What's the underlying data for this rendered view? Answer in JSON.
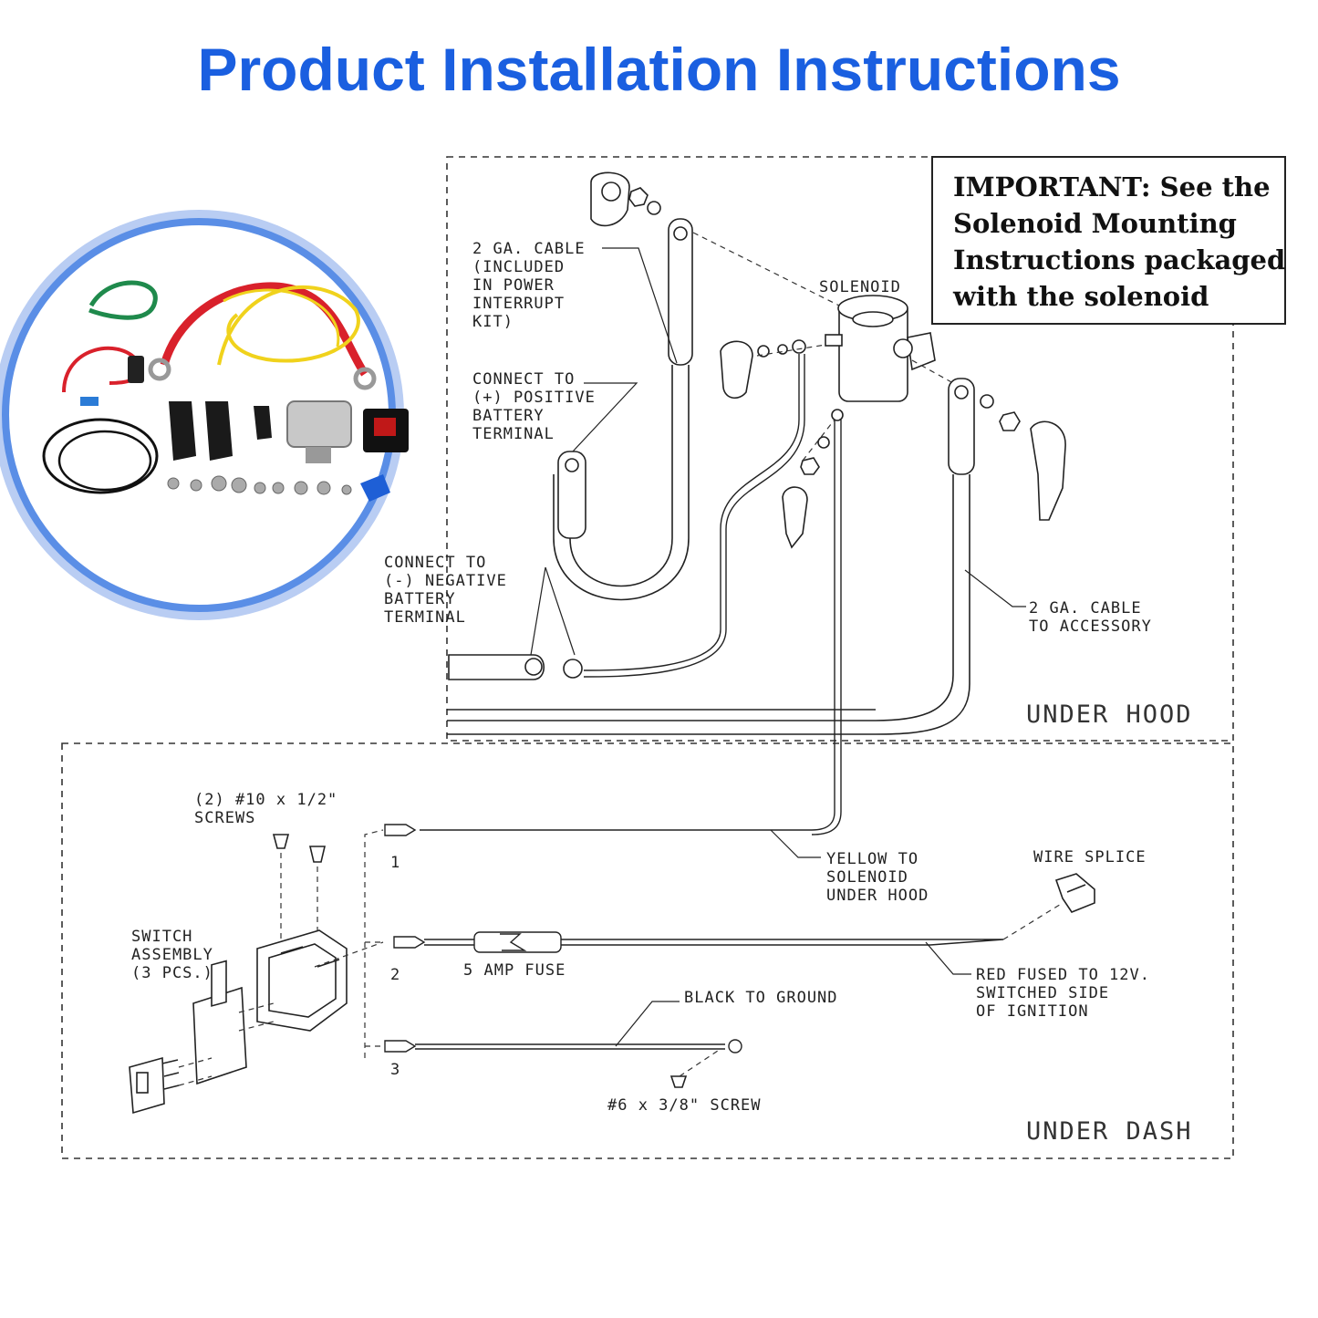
{
  "title": "Product Installation Instructions",
  "colors": {
    "title": "#1a5fe0",
    "photo_ring": "#5a8ee6",
    "line": "#222222"
  },
  "important_note": [
    "IMPORTANT: See the",
    "Solenoid Mounting",
    "Instructions packaged",
    "with the solenoid"
  ],
  "labels": {
    "cable_included": [
      "2 GA. CABLE",
      "(INCLUDED",
      "IN POWER",
      "INTERRUPT",
      "KIT)"
    ],
    "solenoid": "SOLENOID",
    "connect_positive": [
      "CONNECT TO",
      "(+) POSITIVE",
      "BATTERY",
      "TERMINAL"
    ],
    "connect_negative": [
      "CONNECT TO",
      "(-) NEGATIVE",
      "BATTERY",
      "TERMINAL"
    ],
    "cable_accessory": [
      "2 GA. CABLE",
      "TO ACCESSORY"
    ],
    "under_hood": "UNDER HOOD",
    "screws": [
      "(2) #10 x 1/2\"",
      "SCREWS"
    ],
    "yellow": [
      "YELLOW TO",
      "SOLENOID",
      "UNDER HOOD"
    ],
    "wire_splice": "WIRE SPLICE",
    "switch_assembly": [
      "SWITCH",
      "ASSEMBLY",
      "(3 PCS.)"
    ],
    "fuse": "5 AMP FUSE",
    "red_fused": [
      "RED FUSED TO 12V.",
      "SWITCHED SIDE",
      "OF IGNITION"
    ],
    "black_ground": "BLACK TO GROUND",
    "screw_small": "#6 x 3/8\" SCREW",
    "under_dash": "UNDER DASH",
    "wire_numbers": [
      "1",
      "2",
      "3"
    ]
  },
  "photo": {
    "wire_colors": {
      "green": "#1f8a4c",
      "red": "#d9212b",
      "yellow": "#f0d21c",
      "black": "#111111",
      "blue": "#1e5fd6"
    }
  }
}
